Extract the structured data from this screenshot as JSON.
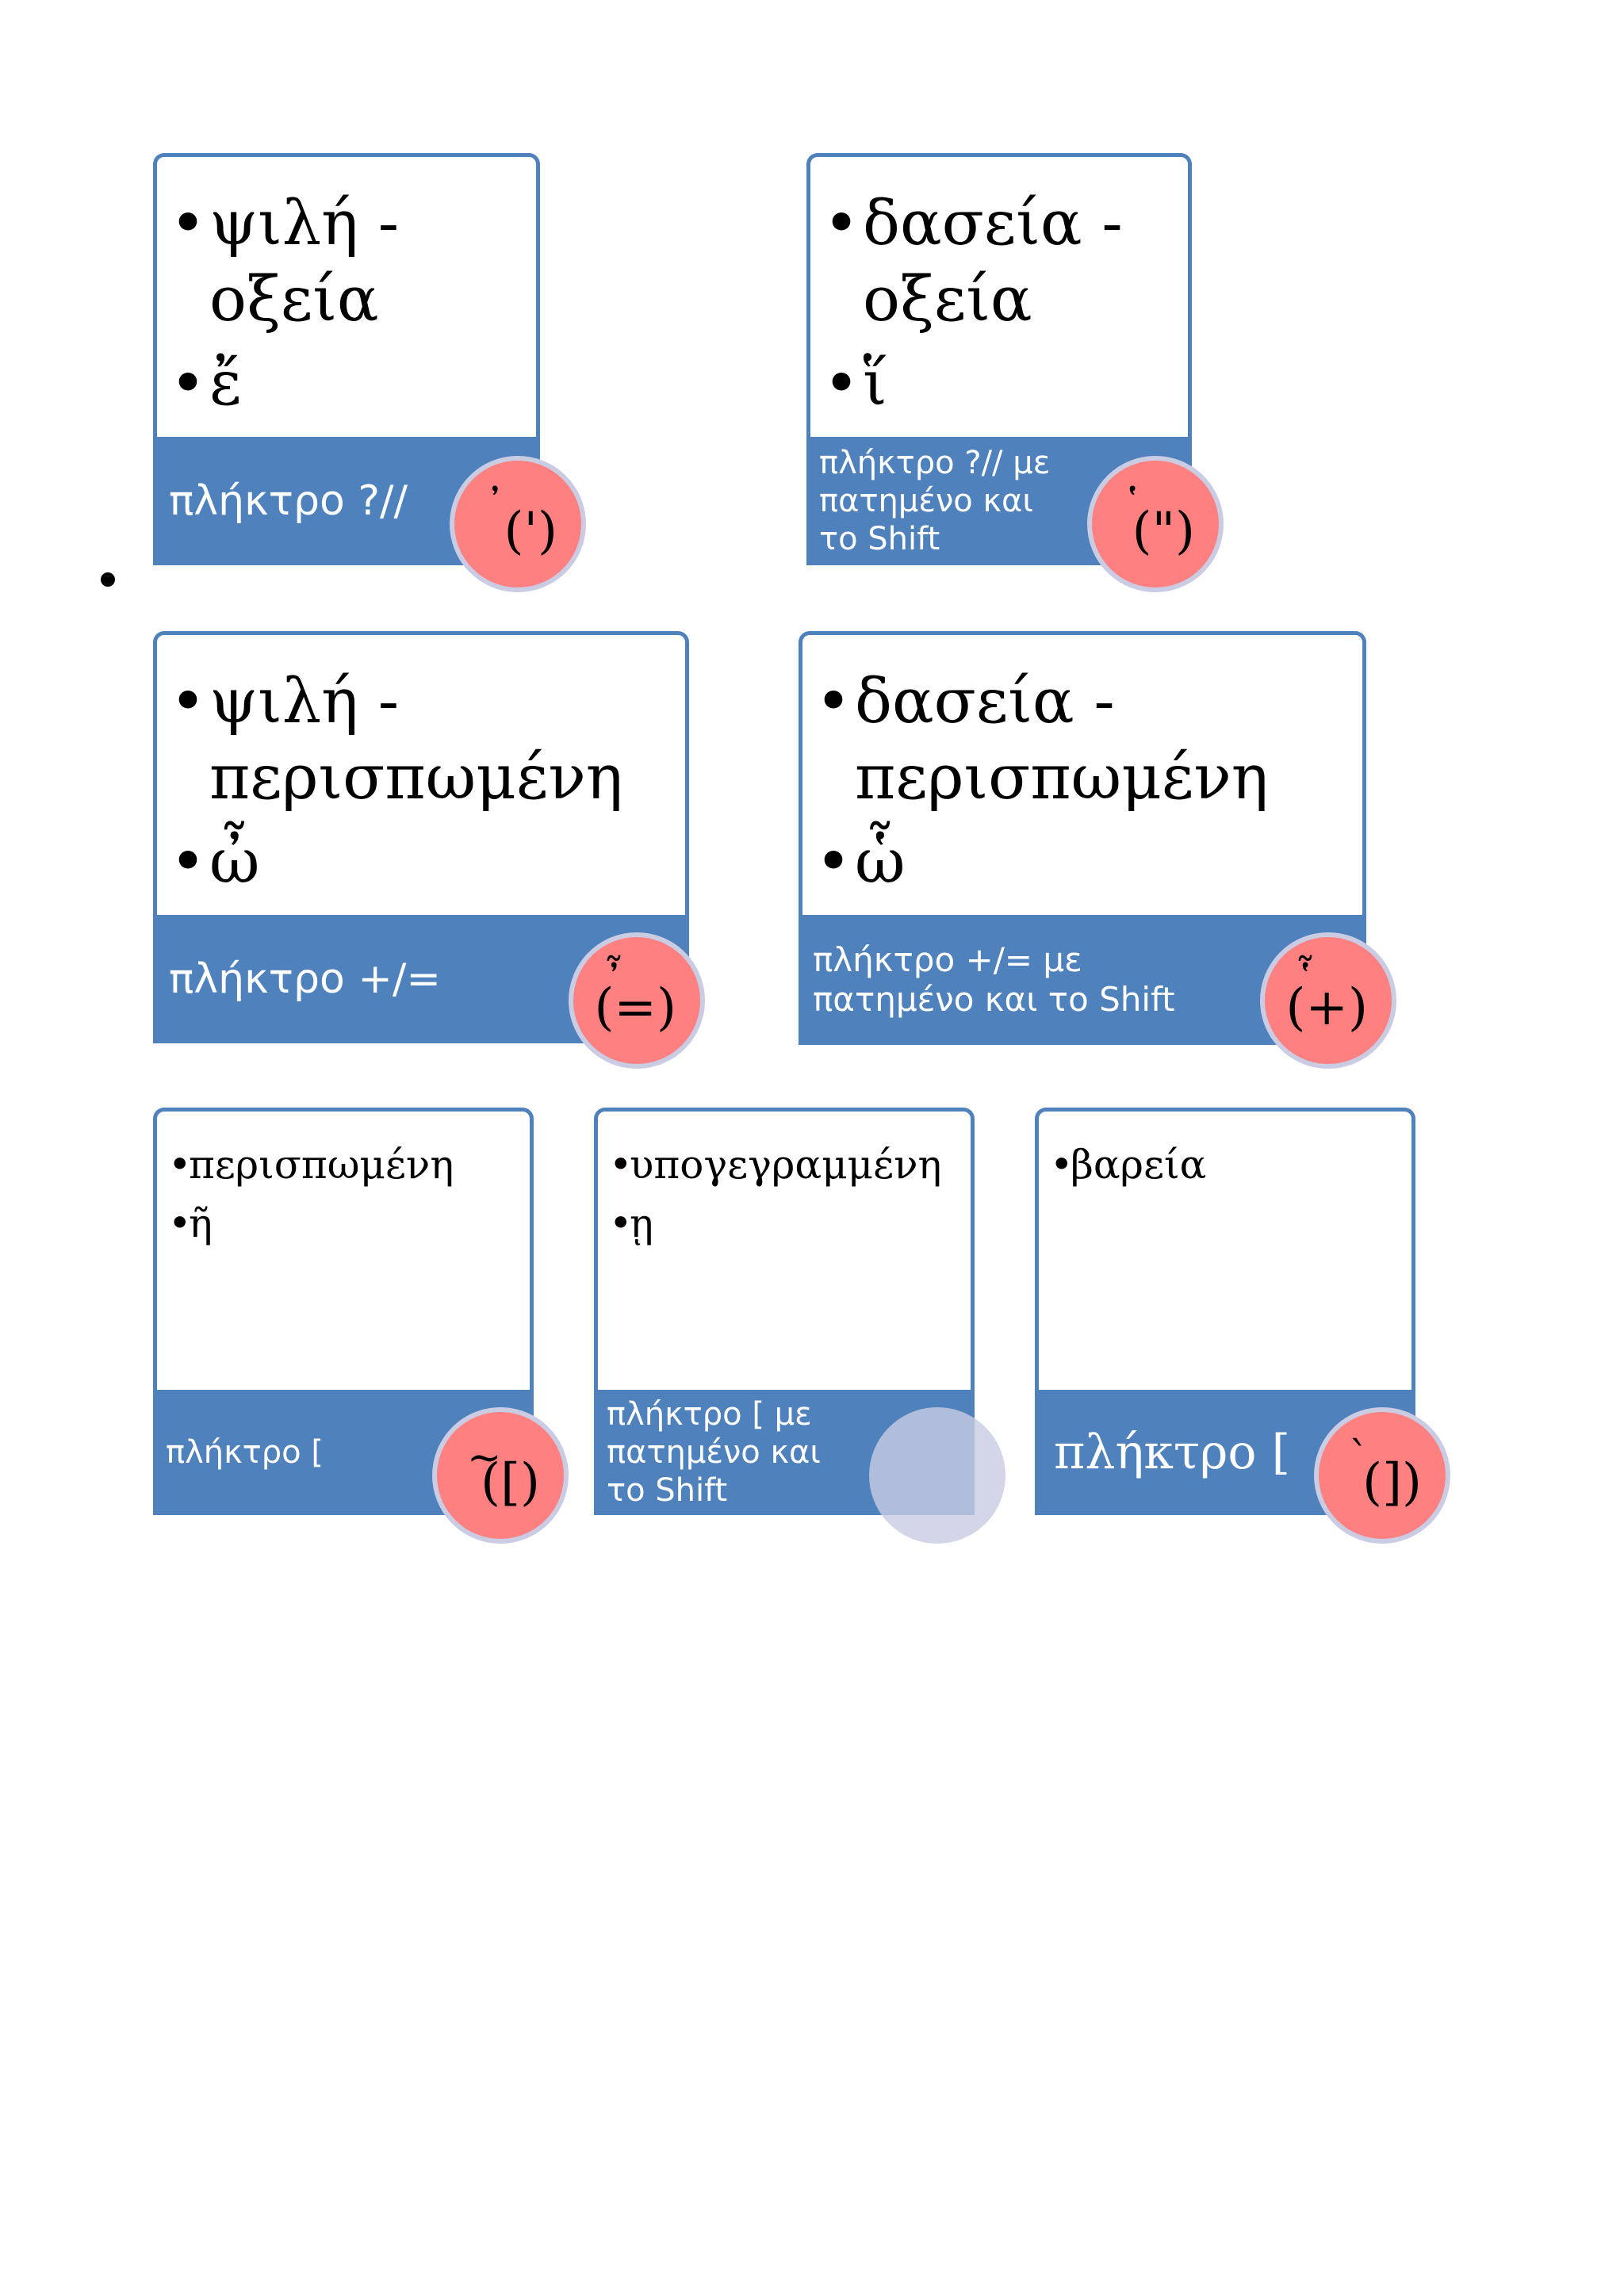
{
  "cards": [
    {
      "bullets": [
        "ψιλή - οξεία",
        "ἔ"
      ],
      "key_label": "πλήκτρο ?//",
      "key_accent": "᾿",
      "key_symbol": "(')"
    },
    {
      "bullets": [
        "δασεία - οξεία",
        "ἵ"
      ],
      "key_label": "πλήκτρο ?// με πατημένο και το Shift",
      "key_accent": "῾",
      "key_symbol": "(\")"
    },
    {
      "bullets": [
        "ψιλή - περισπωμένη",
        "ὦ"
      ],
      "key_label": "πλήκτρο +/=",
      "key_accent": "῏",
      "key_symbol": "(=)"
    },
    {
      "bullets": [
        "δασεία - περισπωμένη",
        "ὧ"
      ],
      "key_label": "πλήκτρο +/= με πατημένο και το Shift",
      "key_accent": "῟",
      "key_symbol": "(+)"
    },
    {
      "bullets": [
        "περισπωμένη",
        "ῆ"
      ],
      "key_label": "πλήκτρο [",
      "key_accent": "~",
      "key_symbol": "([)"
    },
    {
      "bullets": [
        "υπογεγραμμένη",
        "ῃ"
      ],
      "key_label": "πλήκτρο [ με πατημένο και το Shift",
      "key_accent": "",
      "key_symbol": ""
    },
    {
      "bullets": [
        "βαρεία"
      ],
      "key_label": "πλήκτρο [",
      "key_accent": "`",
      "key_symbol": "(])"
    }
  ],
  "colors": {
    "card_border": "#4f81bd",
    "key_bar": "#4f81bd",
    "key_circle": "#ff8080",
    "circle_ring": "#c9cce3"
  }
}
